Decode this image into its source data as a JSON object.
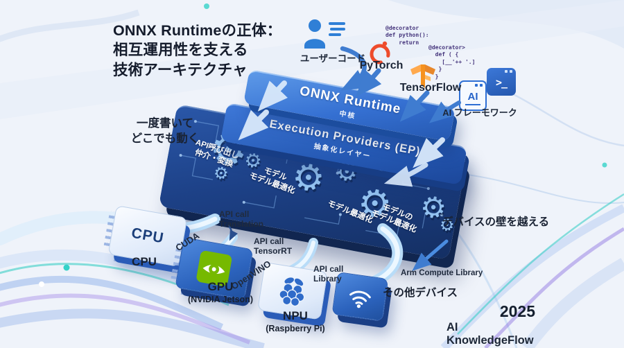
{
  "title": "ONNX Runtimeの正体：\n相互運用性を支える\n技術アーキテクチャ",
  "annotations": {
    "write_once": "一度書いて\nどこでも動く",
    "cross_device": "デバイスの壁を越える"
  },
  "sources": {
    "user_code_label": "ユーザーコード",
    "pytorch_label": "PyTorch",
    "tensorflow_label": "TensorFlow",
    "ai_framework_label": "AI フレーモワーク",
    "code_snippet_1": "@decorator\ndef python():\n    return",
    "code_snippet_2": "@decorator>\n  def ( {\n    [__'++ '.]\n   }\n  }",
    "ai_icon_text": "AI",
    "terminal_icon_text": ">_"
  },
  "stack": {
    "runtime_title": "ONNX Runtime",
    "runtime_subtitle": "中核",
    "ep_title": "Execution Providers (EP)",
    "ep_subtitle": "抽象化レイヤー",
    "api_mediation": "API呼び出し\n仲介・変換",
    "model_opt_1": "モデル\nモデル最適化",
    "model_opt_2": "モデル最適化",
    "model_opt_3": "モデルの\nモデル最適化"
  },
  "connectors": {
    "translation": "API call\nTranslation",
    "cuda": "CUDA",
    "tensorrt": "API call\nTensorRT",
    "openvino": "OpenVINO",
    "library": "API call\nLibrary",
    "arm": "Arm Compute Library"
  },
  "devices": {
    "cpu": {
      "chip": "CPU",
      "name": "CPU"
    },
    "gpu": {
      "name": "GPU",
      "sub": "(NVIDIA Jetson)"
    },
    "npu": {
      "name": "NPU",
      "sub": "(Raspberry Pi)"
    },
    "other": {
      "name": "その他デバイス"
    }
  },
  "footer": {
    "year": "2025",
    "brand": "AI KnowledgeFlow"
  },
  "colors": {
    "accent_blue": "#2e6fd4",
    "board_navy": "#1d4187",
    "pytorch_orange": "#ee4c2c",
    "tensorflow_orange": "#f6921e",
    "nvidia_green": "#76b900",
    "teal_glow": "#34d2c8"
  }
}
